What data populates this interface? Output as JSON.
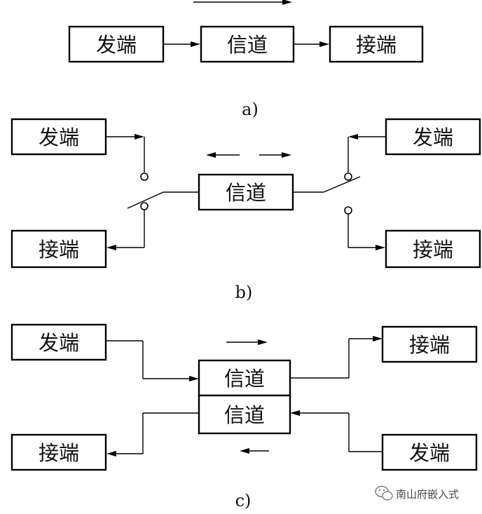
{
  "panel_a": {
    "sender": "发端",
    "channel": "信道",
    "receiver": "接端",
    "caption": "a)"
  },
  "panel_b": {
    "left_sender": "发端",
    "left_receiver": "接端",
    "channel": "信道",
    "right_sender": "发端",
    "right_receiver": "接端",
    "caption": "b)"
  },
  "panel_c": {
    "top_sender": "发端",
    "bottom_receiver": "接端",
    "channel_top": "信道",
    "channel_bottom": "信道",
    "top_receiver": "接端",
    "bottom_sender": "发端",
    "caption": "c)"
  },
  "watermark": {
    "text": "南山府嵌入式",
    "icon": "wechat-icon"
  }
}
